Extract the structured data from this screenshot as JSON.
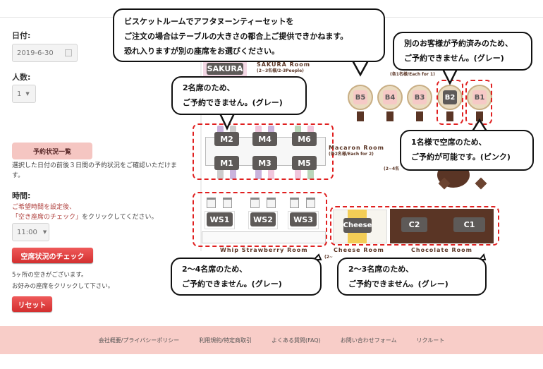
{
  "sidebar": {
    "date_label": "日付:",
    "date_value": "2019-6-30",
    "people_label": "人数:",
    "people_value": "1",
    "status_list_button": "予約状況一覧",
    "status_list_note": "選択した日付の前後３日間の予約状況をご確認いただけます。",
    "time_label": "時間:",
    "time_note_1": "ご希望時間を設定後、",
    "time_note_2a": "「空き座席のチェック」",
    "time_note_2b": "をクリックしてください。",
    "time_value": "11:00",
    "check_button": "空席状況のチェック",
    "result_1": "5ヶ所の空きがございます。",
    "result_2": "お好みの座席をクリックして下さい。",
    "reset_button": "リセット"
  },
  "map": {
    "sakura": {
      "tag": "SAKURA",
      "title": "SAKURA Room",
      "sub": "(2~3名様/2-3People)"
    },
    "biscuit": {
      "sub": "(各1名様/Each for 1)",
      "seats": [
        {
          "id": "B5",
          "status": "available"
        },
        {
          "id": "B4",
          "status": "available"
        },
        {
          "id": "B3",
          "status": "available"
        },
        {
          "id": "B2",
          "status": "reserved"
        },
        {
          "id": "B1",
          "status": "available"
        }
      ]
    },
    "macaron": {
      "title": "Macaron Room",
      "sub": "(各2名様/Each for 2)",
      "seats": [
        "M2",
        "M4",
        "M6",
        "M1",
        "M3",
        "M5"
      ]
    },
    "round_sub": "(2~4名",
    "whip": {
      "title": "Whip Strawberry Room",
      "seats": [
        "WS1",
        "WS2",
        "WS3"
      ]
    },
    "cheese": {
      "title": "Cheese Room",
      "seat": "Cheese",
      "sub": "(2~"
    },
    "chocolate": {
      "title": "Chocolate Room",
      "seats": [
        "C2",
        "C1"
      ]
    }
  },
  "callouts": {
    "biscuit_note": [
      "ビスケットルームでアフタヌーンティーセットを",
      "ご注文の場合はテーブルの大きさの都合上ご提供できかねます。",
      "恐れ入りますが別の座席をお選びください。"
    ],
    "reserved_note": [
      "別のお客様が予約済みのため、",
      "ご予約できません。(グレー)"
    ],
    "macaron_note": [
      "2名席のため、",
      "ご予約できません。(グレー)"
    ],
    "available_note": [
      "1名様で空席のため、",
      "ご予約が可能です。(ピンク)"
    ],
    "whip_note": [
      "2～4名席のため、",
      "ご予約できません。(グレー)"
    ],
    "choc_note": [
      "2～3名席のため、",
      "ご予約できません。(グレー)"
    ]
  },
  "footer": {
    "links": [
      "会社概要/プライバシーポリシー",
      "利用規約/特定商取引",
      "よくある質問(FAQ)",
      "お問い合わせフォーム",
      "リクルート"
    ]
  },
  "colors": {
    "accent_red": "#d32f2f",
    "footer_pink": "#f8cdc8",
    "seat_gray": "#5e5a58",
    "seat_pink": "#f6c9c6",
    "chocolate": "#5a3525"
  }
}
